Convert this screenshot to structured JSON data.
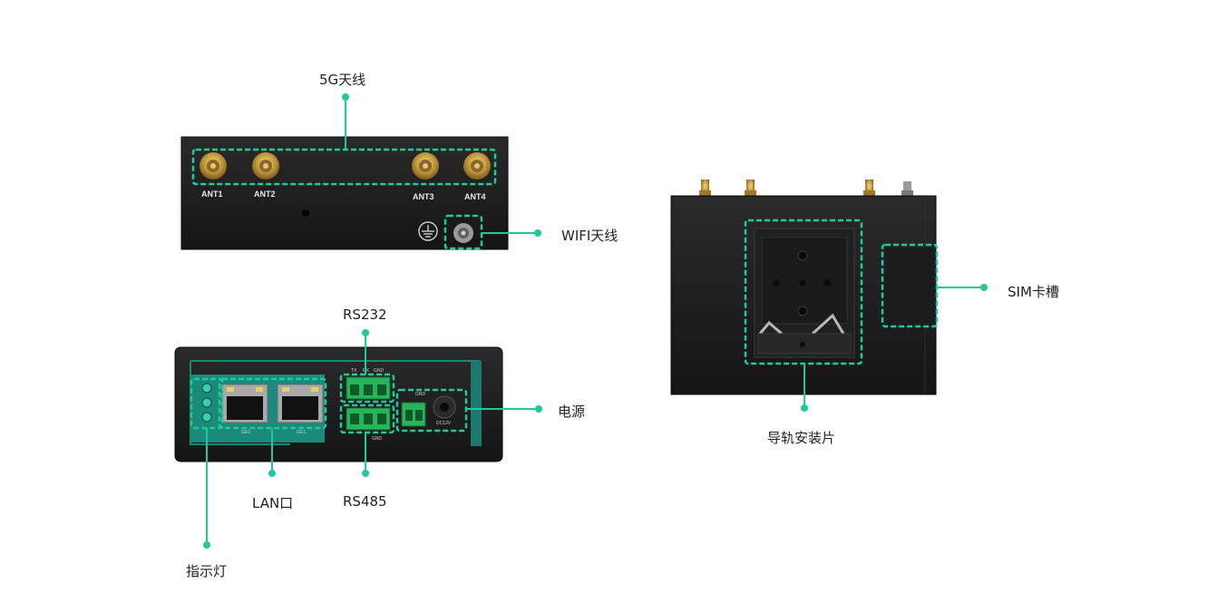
{
  "callouts": {
    "antenna_5g": "5G天线",
    "wifi_antenna": "WIFI天线",
    "rs232": "RS232",
    "power": "电源",
    "lan_port": "LAN口",
    "rs485": "RS485",
    "indicator_light": "指示灯",
    "sim_slot": "SIM卡槽",
    "din_rail_clip": "导轨安装片"
  },
  "device_markings": {
    "ant1": "ANT1",
    "ant2": "ANT2",
    "ant3": "ANT3",
    "ant4": "ANT4",
    "ge0": "GE0",
    "ge1": "GE1",
    "tx": "TX",
    "rx": "RX",
    "gnd": "GND",
    "gnd2": "GND",
    "gnd3": "GND",
    "dc12v": "DC12V"
  },
  "colors": {
    "accent": "#1fc99a",
    "device_body": "#1b1b1b"
  }
}
